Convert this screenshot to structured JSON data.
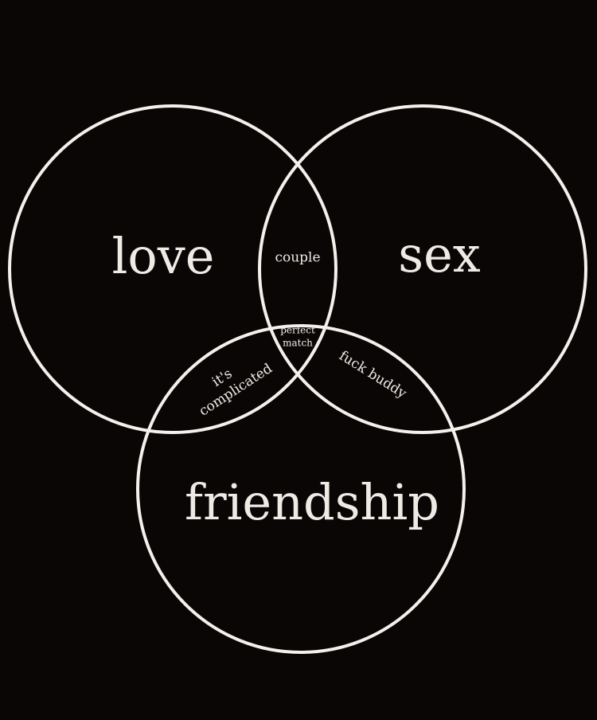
{
  "colors": {
    "background": "#0b0606",
    "line": "#f4f1ec",
    "text": "#eeebe5"
  },
  "sets": {
    "love": "love",
    "sex": "sex",
    "friendship": "friendship"
  },
  "intersections": {
    "love_sex": "couple",
    "love_friendship_line1": "it's",
    "love_friendship_line2": "complicated",
    "sex_friendship": "fuck buddy",
    "all_three_line1": "perfect",
    "all_three_line2": "match"
  }
}
